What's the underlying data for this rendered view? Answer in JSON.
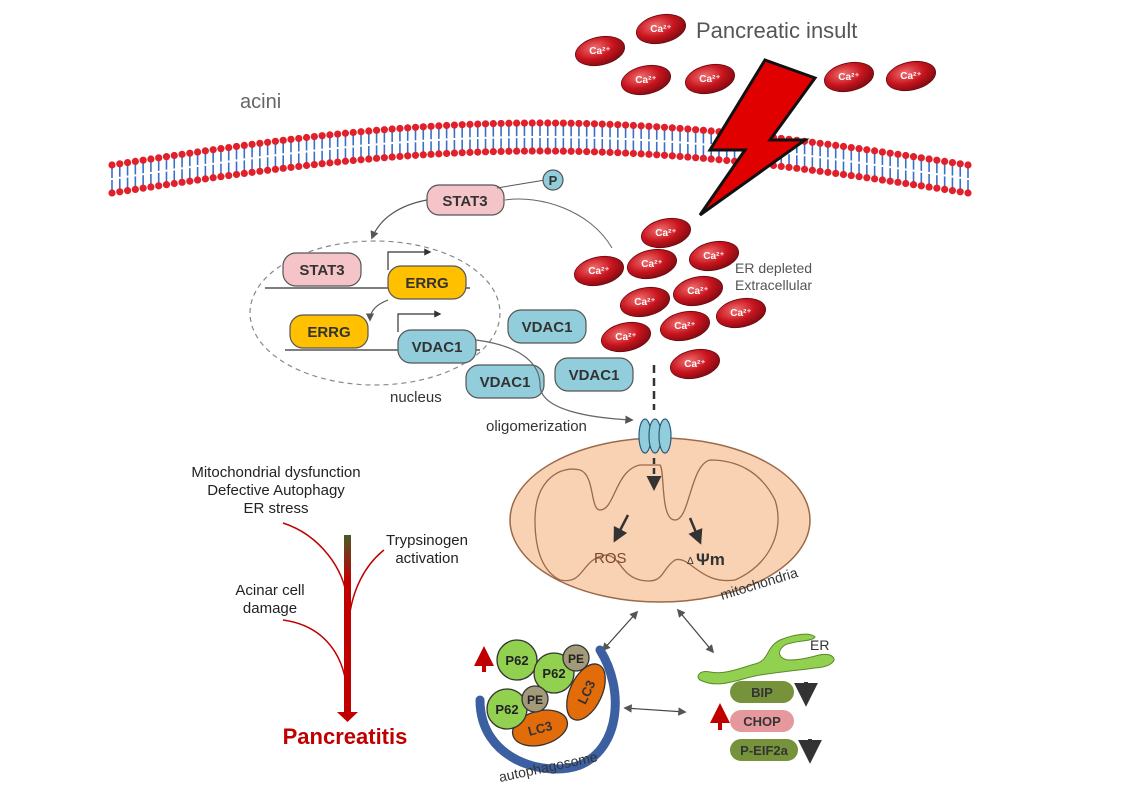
{
  "labels": {
    "pancreatic_insult": "Pancreatic insult",
    "acini": "acini",
    "stat3_cyto": "STAT3",
    "phospho": "P",
    "stat3_nuc": "STAT3",
    "errg_1": "ERRG",
    "errg_2": "ERRG",
    "vdac1_nuc": "VDAC1",
    "vdac1_a": "VDAC1",
    "vdac1_b": "VDAC1",
    "vdac1_c": "VDAC1",
    "nucleus": "nucleus",
    "oligomerization": "oligomerization",
    "er_depleted": "ER depleted",
    "extracellular": "Extracellular",
    "ros": "ROS",
    "psi_delta": "Δ",
    "psi_main": "Ψm",
    "mitochondria": "mitochondria",
    "er": "ER",
    "bip": "BIP",
    "chop": "CHOP",
    "peif2a": "P-EIF2a",
    "autophagosome": "autophagosome",
    "p62": "P62",
    "pe": "PE",
    "lc3": "LC3",
    "pathway_line1": "Mitochondrial dysfunction",
    "pathway_line2": "Defective Autophagy",
    "pathway_line3": "ER stress",
    "trypsinogen_line1": "Trypsinogen",
    "trypsinogen_line2": "activation",
    "acinar_line1": "Acinar cell",
    "acinar_line2": "damage",
    "pancreatitis": "Pancreatitis",
    "calcium": "Ca²⁺"
  },
  "colors": {
    "calcium": "#c8141e",
    "membrane_head": "#e0202a",
    "membrane_tail": "#3a6fc8",
    "stat3": "#f4c4c8",
    "errg": "#ffc000",
    "vdac1": "#92cddc",
    "mito_outer": "#f9d2b3",
    "mito_stroke": "#9a6a4a",
    "er_green": "#92d050",
    "bip": "#76933c",
    "chop": "#e6999c",
    "p62": "#92d050",
    "pe": "#a39a7a",
    "lc3": "#e36c0a",
    "autophagosome": "#3b5fa0",
    "pancreatitis": "#c00000",
    "up_arrow": "#c00000",
    "down_arrow": "#333333"
  },
  "icons": {
    "lightning": "lightning-bolt-icon",
    "calcium": "calcium-ion-icon"
  }
}
